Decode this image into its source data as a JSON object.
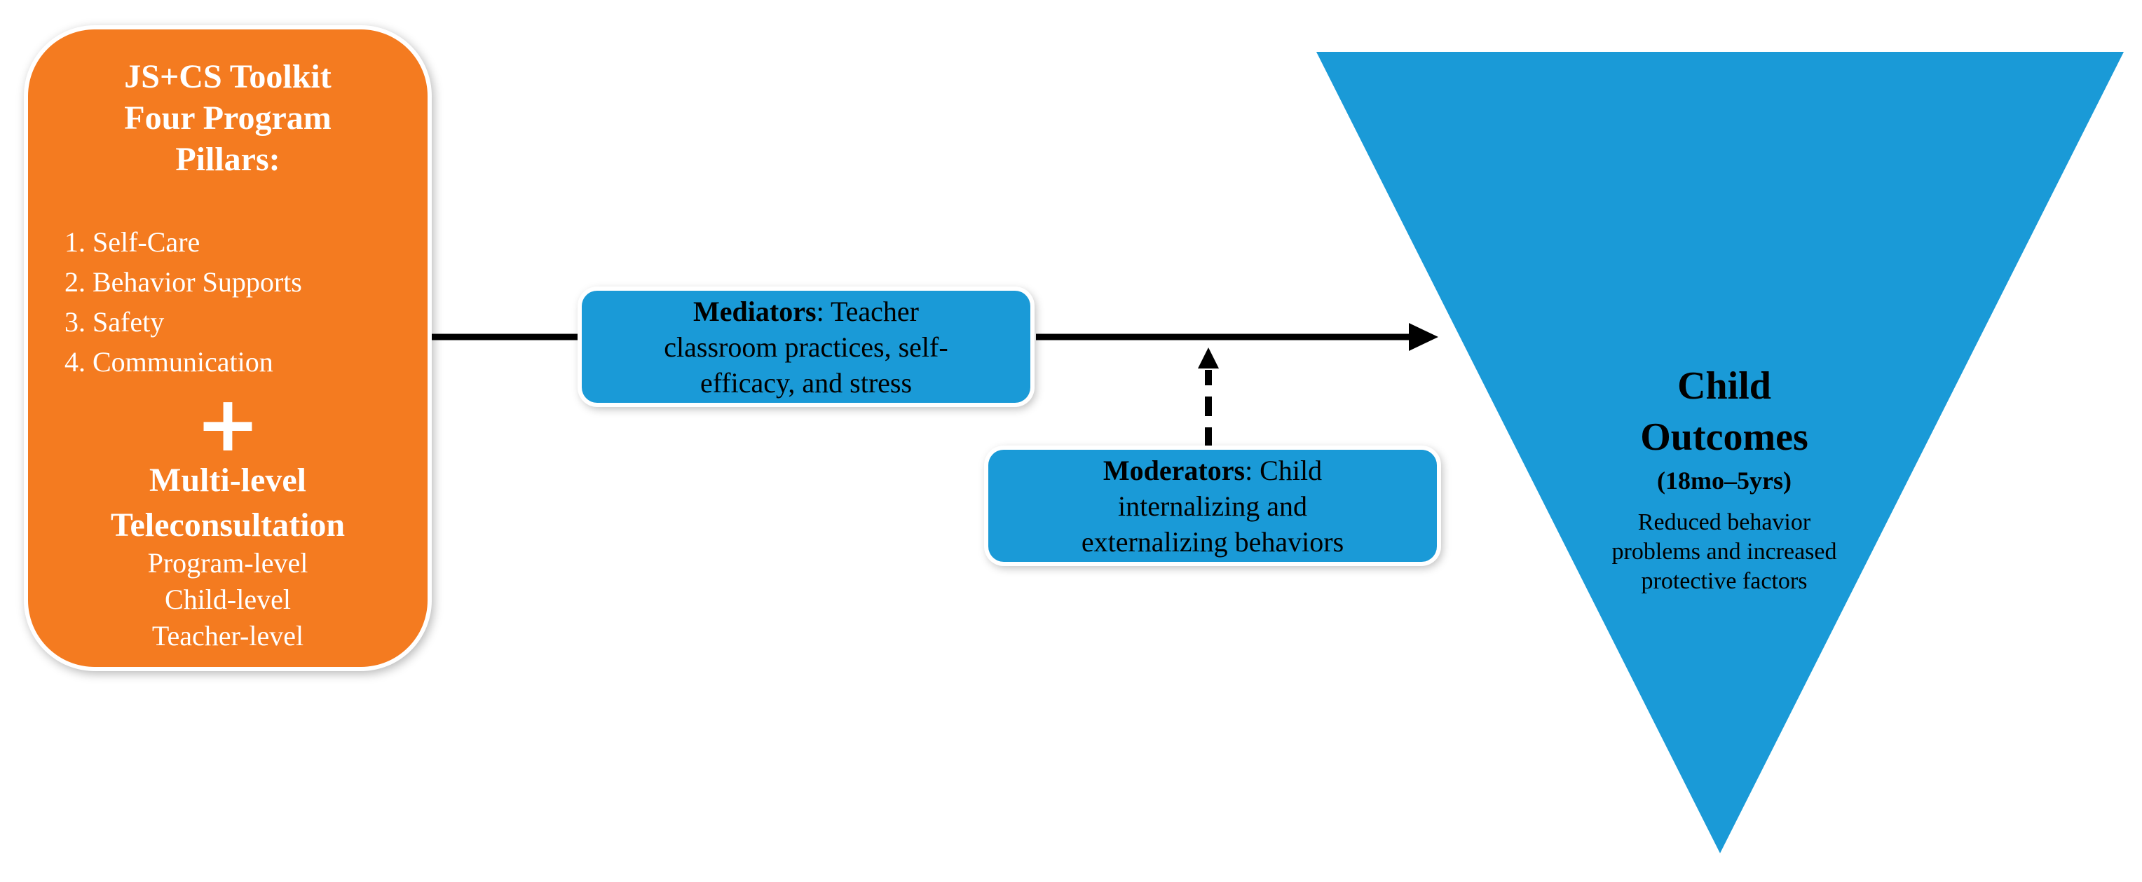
{
  "program": {
    "title_lines": [
      "JS+CS Toolkit",
      "Four Program",
      "Pillars:"
    ],
    "pillars": [
      "1. Self-Care",
      "2. Behavior Supports",
      "3. Safety",
      "4. Communication"
    ],
    "plus": "+",
    "teleconsultation_lines": [
      "Multi-level",
      "Teleconsultation"
    ],
    "levels": [
      "Program-level",
      "Child-level",
      "Teacher-level"
    ]
  },
  "mediators": {
    "label": "Mediators",
    "line1_rest": ": Teacher",
    "line2": "classroom practices, self-",
    "line3": "efficacy, and stress"
  },
  "moderators": {
    "label": "Moderators",
    "line1_rest": ": Child",
    "line2": "internalizing and",
    "line3": "externalizing behaviors"
  },
  "outcomes": {
    "title_lines": [
      "Child",
      "Outcomes"
    ],
    "age_range": "(18mo–5yrs)",
    "description_lines": [
      "Reduced behavior",
      "problems and increased",
      "protective factors"
    ]
  },
  "colors": {
    "program_box": "#F47B20",
    "blue_shapes": "#1A9AD7",
    "arrows": "#000000"
  }
}
